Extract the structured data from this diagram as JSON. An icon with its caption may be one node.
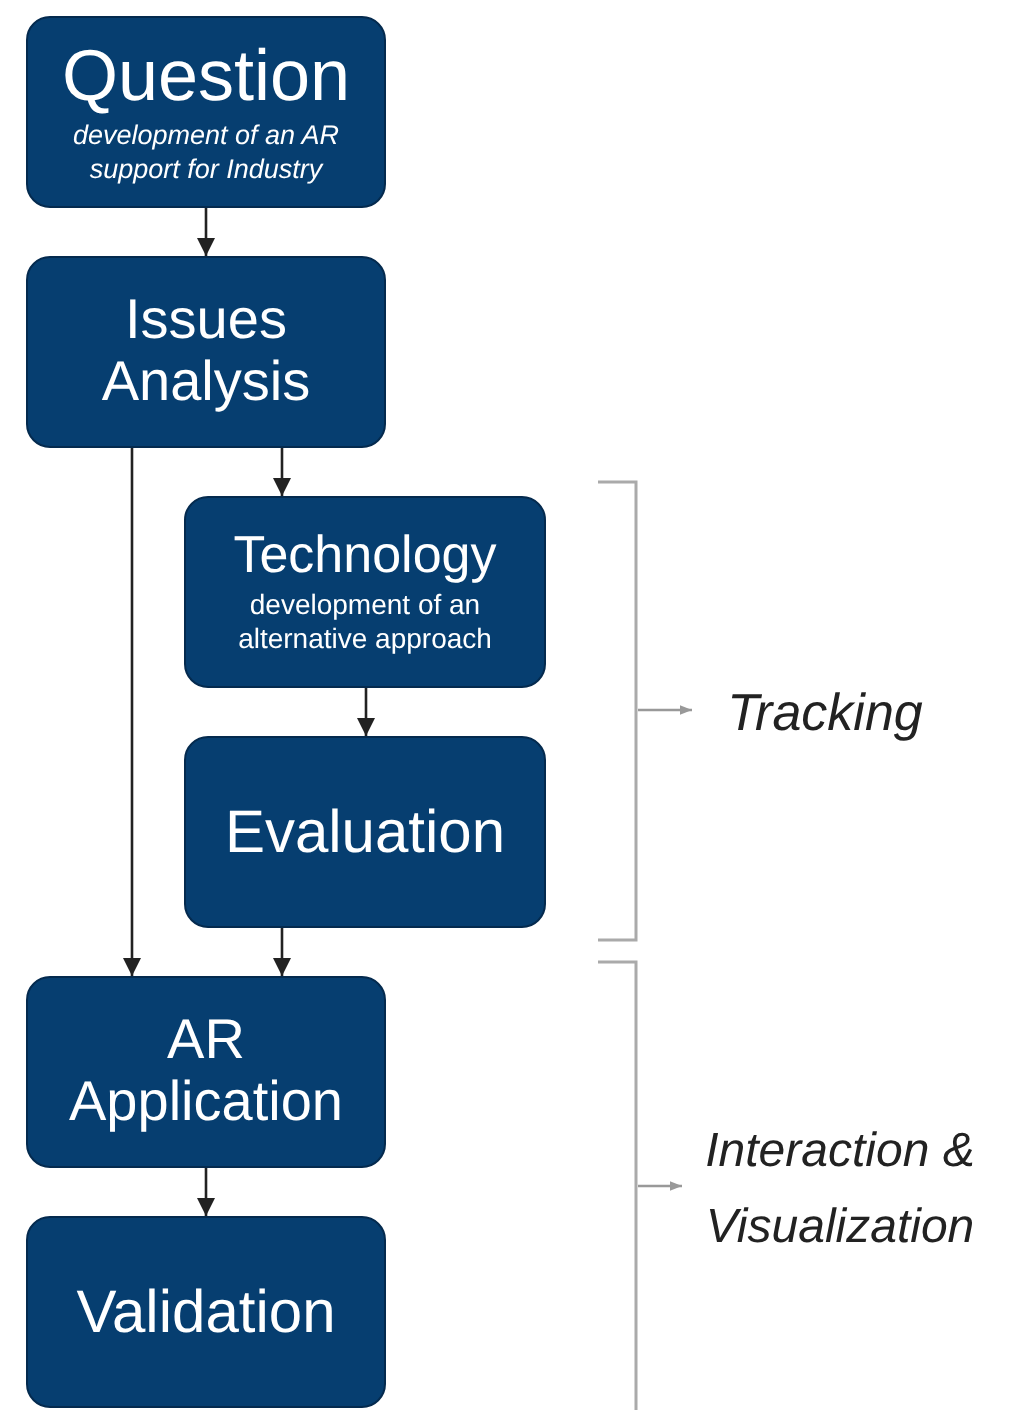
{
  "diagram": {
    "nodes": [
      {
        "text": [
          "Question",
          "development of an AR support for Industry"
        ]
      },
      {
        "text": [
          "Issues Analysis"
        ]
      },
      {
        "text": [
          "Technology",
          "development of an alternative approach"
        ]
      },
      {
        "text": [
          "Evaluation"
        ]
      },
      {
        "text": [
          "AR Application"
        ]
      },
      {
        "text": [
          "Validation"
        ]
      },
      {
        "text": [
          "Tracking"
        ]
      },
      {
        "text": [
          "Interaction & Visualization"
        ]
      },
      {
        "text": [],
        "shape": "bracket"
      },
      {
        "text": [],
        "shape": "bracket"
      }
    ],
    "edges": [
      {
        "from": 0,
        "to": 1,
        "arrow": "to"
      },
      {
        "from": 1,
        "to": 2,
        "arrow": "to"
      },
      {
        "from": 2,
        "to": 3,
        "arrow": "to"
      },
      {
        "from": 3,
        "to": 4,
        "arrow": "to"
      },
      {
        "from": 1,
        "to": 4,
        "arrow": "to"
      },
      {
        "from": 4,
        "to": 5,
        "arrow": "to"
      },
      {
        "from": 8,
        "to": 6,
        "arrow": "to",
        "color": "#999999"
      },
      {
        "from": 9,
        "to": 7,
        "arrow": "to",
        "color": "#999999"
      }
    ]
  }
}
